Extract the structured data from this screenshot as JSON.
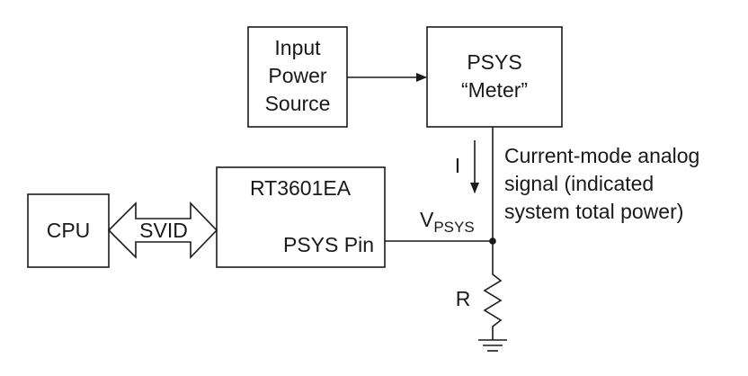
{
  "blocks": {
    "input_power_source": [
      "Input",
      "Power",
      "Source"
    ],
    "psys_meter": [
      "PSYS",
      "“Meter”"
    ],
    "rt3601ea": {
      "title": "RT3601EA",
      "pin": "PSYS Pin"
    },
    "cpu": "CPU"
  },
  "svid_label": "SVID",
  "current_label": "I",
  "vpsys_label": {
    "main": "V",
    "sub": "PSYS"
  },
  "resistor_label": "R",
  "signal_note": [
    "Current-mode analog",
    "signal (indicated",
    "system total power)"
  ],
  "colors": {
    "line": "#1a1a1a",
    "background": "#ffffff"
  }
}
